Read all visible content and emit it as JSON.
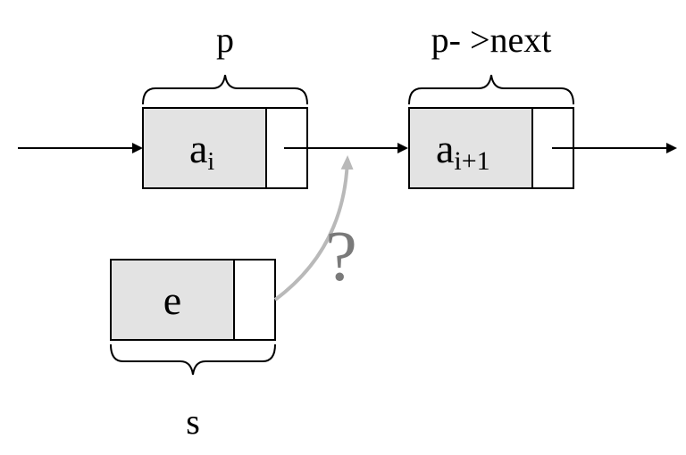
{
  "labels": {
    "p": "p",
    "p_next": "p- >next",
    "s": "s",
    "question": "?"
  },
  "nodes": {
    "a_i": {
      "base": "a",
      "sub": "i"
    },
    "a_i_plus_1": {
      "base": "a",
      "sub": "i+1"
    },
    "e": {
      "text": "e"
    }
  },
  "colors": {
    "node_fill": "#e3e3e3",
    "stroke": "#000000",
    "new_link_arrow": "#b9b9b9",
    "question_mark": "#7a7a7a"
  }
}
